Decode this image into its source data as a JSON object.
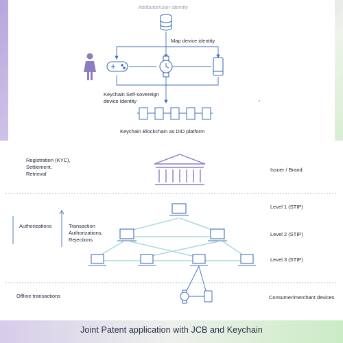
{
  "top": {
    "header": "Attributor/user identity",
    "map_label": "Map device identity",
    "keychain_label": "Keychain Self-sovereign\ndevice Identity",
    "blockchain_label": "Keychain Blockchain as DID platform"
  },
  "bottom": {
    "registration": "Registration (KYC),\nSettlement,\nRetrieval",
    "authorizations": "Authorizations",
    "transaction": "Transaction\nAuthorizations,\nRejections",
    "offline": "Offline transactions",
    "issuer": "Issuer / Brand",
    "level1": "Level 1 (STIP)",
    "level2": "Level 2 (STIP)",
    "level3": "Level 3 (STIP)",
    "consumer": "Consumer/merchant devices"
  },
  "caption": "Joint Patent application with JCB and Keychain",
  "colors": {
    "icon_blue": "#3f6fb6",
    "bank_purple": "#8e7cc0",
    "link_teal": "#a8dcd8",
    "divider": "#9aa3b4"
  }
}
